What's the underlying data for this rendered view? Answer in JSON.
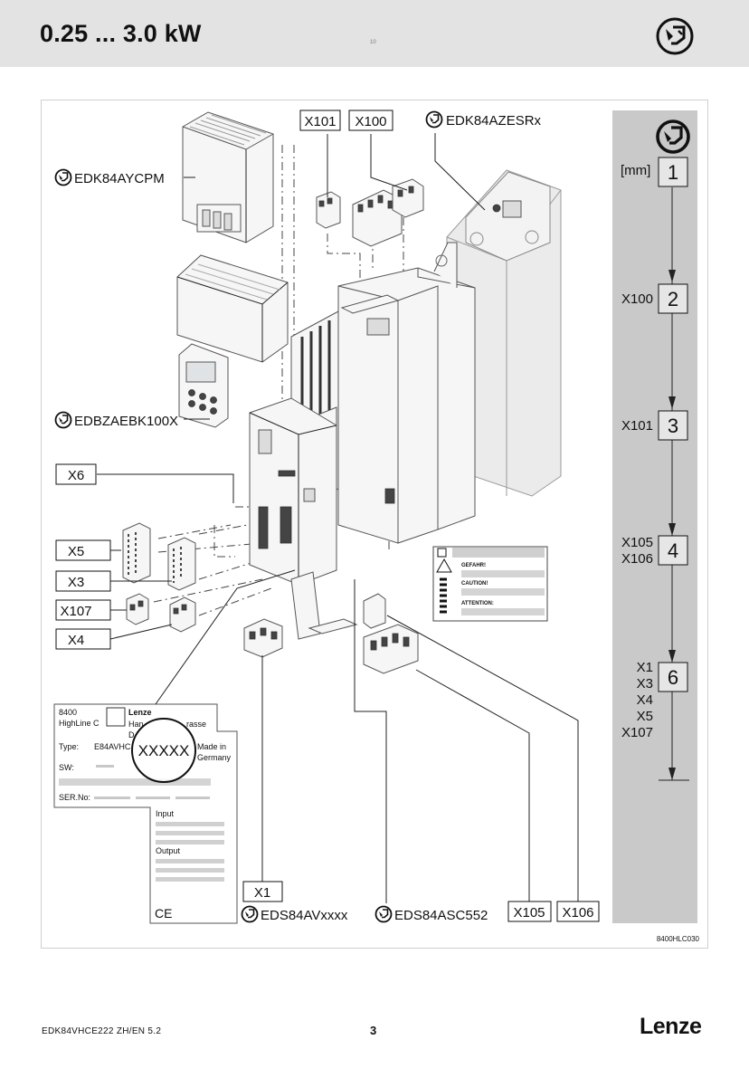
{
  "header": {
    "title": "0.25 ... 3.0 kW",
    "small_mark": "10"
  },
  "callouts": {
    "x101": "X101",
    "x100": "X100",
    "edk84azesrx": "EDK84AZESRx",
    "edk84aycpm": "EDK84AYCPM",
    "edbzaebk100x": "EDBZAEBK100X",
    "x6": "X6",
    "x5": "X5",
    "x3": "X3",
    "x107": "X107",
    "x4": "X4",
    "x1": "X1",
    "eds84avxxxx": "EDS84AVxxxx",
    "eds84asc552": "EDS84ASC552",
    "x105": "X105",
    "x106": "X106"
  },
  "nameplate": {
    "model": "8400",
    "line": "HighLine C",
    "address_partial": "Han",
    "address_partial2": "rasse",
    "address_d": "D",
    "brand": "Lenze",
    "type_label": "Type:",
    "type_value": "E84AVHC",
    "type_suffix": "XXXXX",
    "made_in": "Made in",
    "country": "Germany",
    "sw_label": "SW:",
    "serial_label": "SER.No:",
    "input_label": "Input",
    "output_label": "Output",
    "ce_mark": "CE"
  },
  "warning_label": {
    "gefahr": "GEFAHR!",
    "caution": "CAUTION!",
    "attention": "ATTENTION:"
  },
  "sequence": {
    "unit": "[mm]",
    "steps": [
      {
        "number": "1",
        "labels": []
      },
      {
        "number": "2",
        "labels": [
          "X100"
        ]
      },
      {
        "number": "3",
        "labels": [
          "X101"
        ]
      },
      {
        "number": "4",
        "labels": [
          "X105",
          "X106"
        ]
      },
      {
        "number": "6",
        "labels": [
          "X1",
          "X3",
          "X4",
          "X5",
          "X107"
        ]
      }
    ]
  },
  "figure_id": "8400HLC030",
  "footer": {
    "doc_code": "EDK84VHCE222  ZH/EN  5.2",
    "page_number": "3",
    "brand": "Lenze"
  },
  "colors": {
    "header_bg": "#e3e3e3",
    "sidebar_bg": "#c9c9c9",
    "frame_border": "#cfcfcf"
  }
}
